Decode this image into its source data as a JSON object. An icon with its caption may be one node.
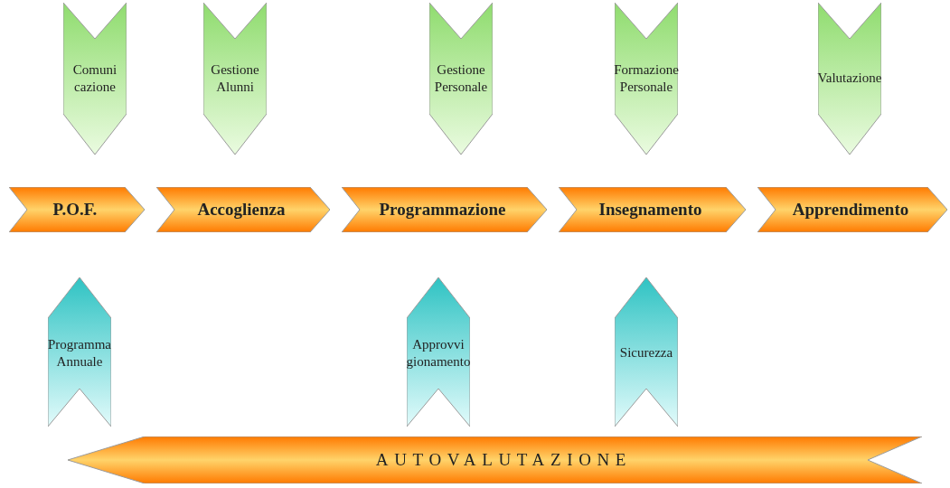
{
  "diagram": {
    "nodes": [
      {
        "text": [
          "Comuni cazione"
        ]
      },
      {
        "text": [
          "Gestione Alunni"
        ]
      },
      {
        "text": [
          "Gestione Personale"
        ]
      },
      {
        "text": [
          "Formazione Personale"
        ]
      },
      {
        "text": [
          "Valutazione"
        ]
      },
      {
        "text": [
          "P.O.F."
        ]
      },
      {
        "text": [
          "Accoglienza"
        ]
      },
      {
        "text": [
          "Programmazione"
        ]
      },
      {
        "text": [
          "Insegnamento"
        ]
      },
      {
        "text": [
          "Apprendimento"
        ]
      },
      {
        "text": [
          "Programma Annuale"
        ]
      },
      {
        "text": [
          "Approvvi gionamento"
        ]
      },
      {
        "text": [
          "Sicurezza"
        ]
      },
      {
        "text": [
          "AUTOVALUTAZIONE"
        ]
      }
    ]
  }
}
